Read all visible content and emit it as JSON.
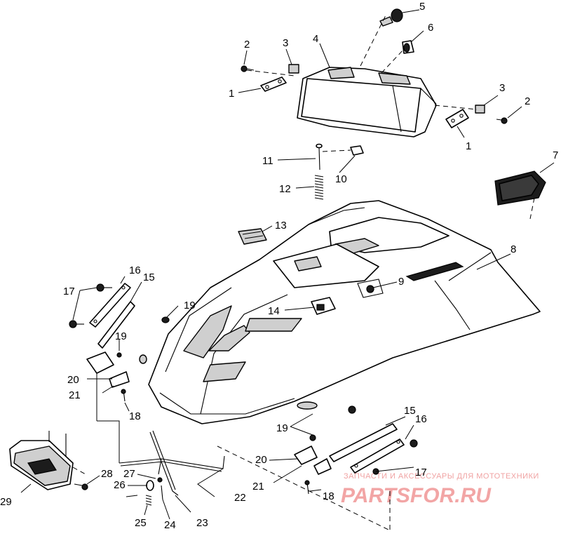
{
  "callouts": [
    "1",
    "2",
    "3",
    "4",
    "5",
    "6",
    "7",
    "8",
    "9",
    "10",
    "11",
    "12",
    "13",
    "14",
    "15",
    "16",
    "17",
    "18",
    "19",
    "20",
    "21",
    "22",
    "23",
    "24",
    "25",
    "26",
    "27",
    "28",
    "29"
  ],
  "duplicate_callouts": {
    "c1b": "1",
    "c2b": "2",
    "c3b": "3",
    "c15b": "15",
    "c16b": "16",
    "c17b": "17",
    "c18b": "18",
    "c19b": "19",
    "c19c": "19",
    "c20b": "20",
    "c21b": "21"
  },
  "watermark": {
    "caption": "ЗАПЧАСТИ И АКСЕССУАРЫ ДЛЯ МОТОТЕХНИКИ",
    "brand": "PARTSFOR.RU",
    "color": "#f2a5a5"
  }
}
